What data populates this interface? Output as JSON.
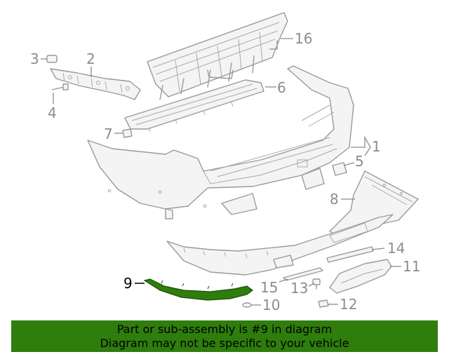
{
  "callouts": {
    "c1": "1",
    "c2": "2",
    "c3": "3",
    "c4": "4",
    "c5": "5",
    "c6": "6",
    "c7": "7",
    "c8": "8",
    "c9": "9",
    "c10": "10",
    "c11": "11",
    "c12": "12",
    "c13": "13",
    "c14": "14",
    "c15": "15",
    "c16": "16"
  },
  "highlighted_part": "9",
  "colors": {
    "highlight": "#2e7d0d",
    "banner": "#2e7d0d",
    "line_art": "#9a9a9a",
    "callout_text": "#8c8c8c"
  },
  "banner": {
    "line1": "Part or sub-assembly is #9 in diagram",
    "line2": "Diagram may not be specific to your vehicle"
  }
}
